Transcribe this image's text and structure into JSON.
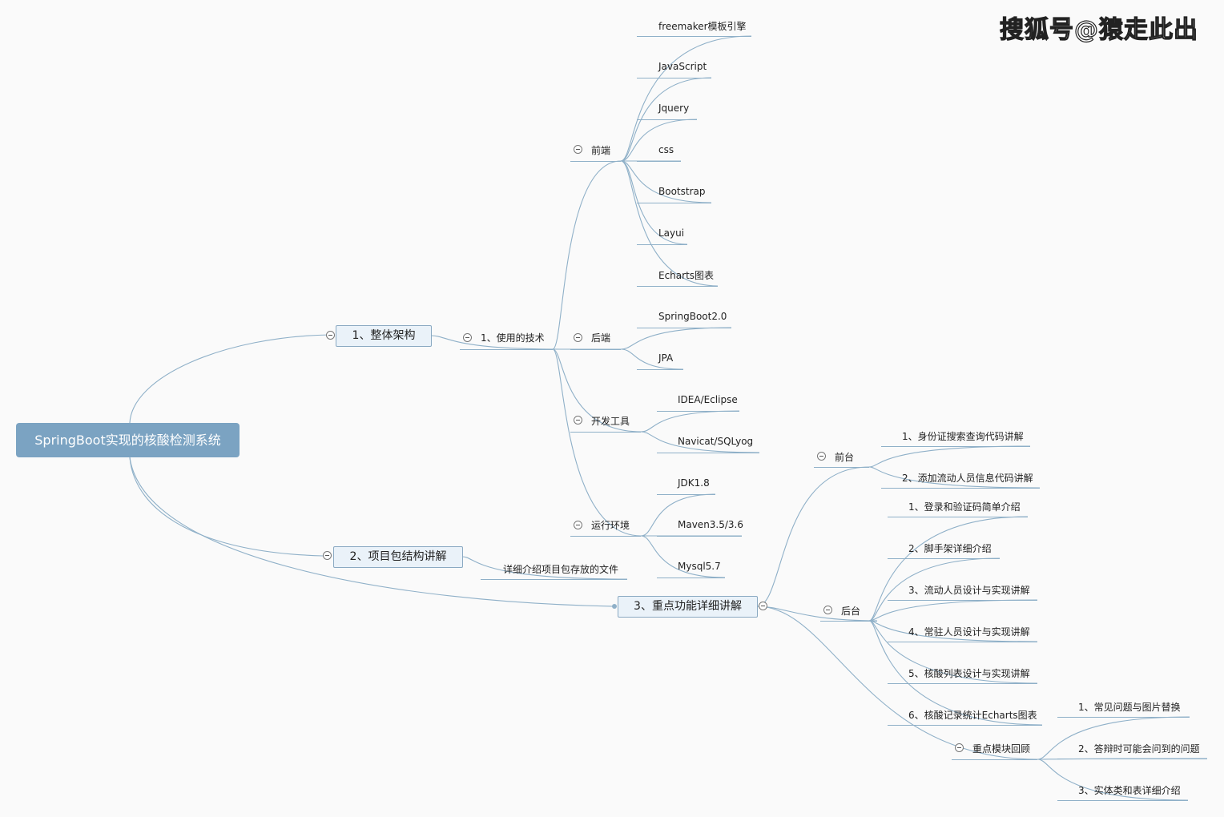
{
  "watermark": "搜狐号@猿走此出",
  "root": "SpringBoot实现的核酸检测系统",
  "branch1": {
    "title": "1、整体架构",
    "sub": "1、使用的技术",
    "frontend": {
      "title": "前端",
      "items": [
        "freemaker模板引擎",
        "JavaScript",
        "Jquery",
        "css",
        "Bootstrap",
        "Layui",
        "Echarts图表"
      ]
    },
    "backend": {
      "title": "后端",
      "items": [
        "SpringBoot2.0",
        "JPA"
      ]
    },
    "tools": {
      "title": "开发工具",
      "items": [
        "IDEA/Eclipse",
        "Navicat/SQLyog"
      ]
    },
    "env": {
      "title": "运行环境",
      "items": [
        "JDK1.8",
        "Maven3.5/3.6",
        "Mysql5.7"
      ]
    }
  },
  "branch2": {
    "title": "2、项目包结构讲解",
    "detail": "详细介绍项目包存放的文件"
  },
  "branch3": {
    "title": "3、重点功能详细讲解",
    "front": {
      "title": "前台",
      "items": [
        "1、身份证搜索查询代码讲解",
        "2、添加流动人员信息代码讲解"
      ]
    },
    "back": {
      "title": "后台",
      "items": [
        "1、登录和验证码简单介绍",
        "2、脚手架详细介绍",
        "3、流动人员设计与实现讲解",
        "4、常驻人员设计与实现讲解",
        "5、核酸列表设计与实现讲解",
        "6、核酸记录统计Echarts图表"
      ]
    },
    "review": {
      "title": "重点模块回顾",
      "items": [
        "1、常见问题与图片替换",
        "2、答辩时可能会问到的问题",
        "3、实体类和表详细介绍"
      ]
    }
  }
}
